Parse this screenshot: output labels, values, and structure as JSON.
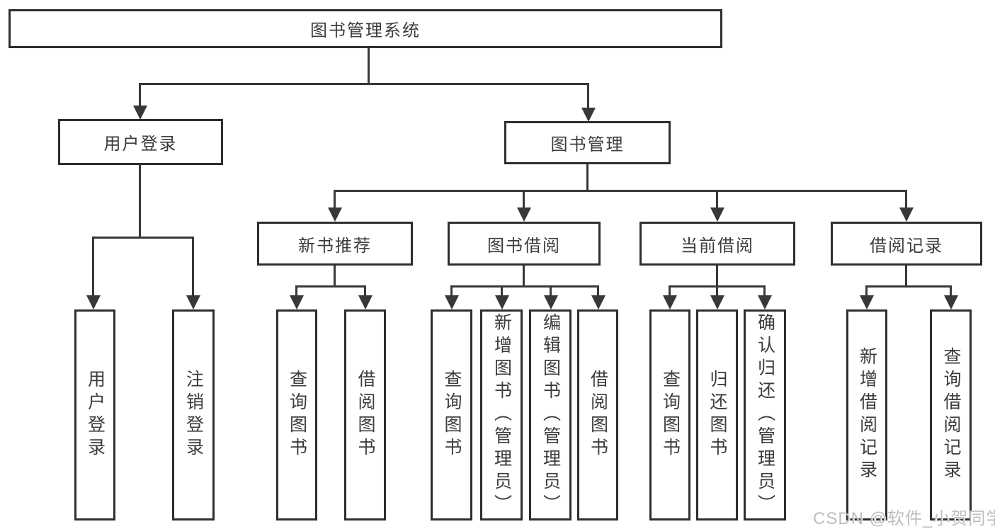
{
  "diagram": {
    "root": {
      "label": "图书管理系统"
    },
    "level2": [
      {
        "label": "用户登录"
      },
      {
        "label": "图书管理"
      }
    ],
    "level3": [
      {
        "label": "新书推荐"
      },
      {
        "label": "图书借阅"
      },
      {
        "label": "当前借阅"
      },
      {
        "label": "借阅记录"
      }
    ],
    "leaves": {
      "user_login": [
        {
          "label": "用户登录"
        },
        {
          "label": "注销登录"
        }
      ],
      "new_book": [
        {
          "label": "查询图书"
        },
        {
          "label": "借阅图书"
        }
      ],
      "book_borrow": [
        {
          "label": "查询图书"
        },
        {
          "label": "新增图书（管理员）"
        },
        {
          "label": "编辑图书（管理员）"
        },
        {
          "label": "借阅图书"
        }
      ],
      "current_borrow": [
        {
          "label": "查询图书"
        },
        {
          "label": "归还图书"
        },
        {
          "label": "确认归还（管理员）"
        }
      ],
      "borrow_records": [
        {
          "label": "新增借阅记录"
        },
        {
          "label": "查询借阅记录"
        }
      ]
    }
  },
  "watermark": {
    "text": "CSDN @软件_小贺同学"
  },
  "colors": {
    "line": "#383838",
    "border": "#2e2e2e",
    "text": "#3c3c3c",
    "box_fill": "#ffffff",
    "watermark": "#bdbdbd",
    "background": "#ffffff"
  }
}
